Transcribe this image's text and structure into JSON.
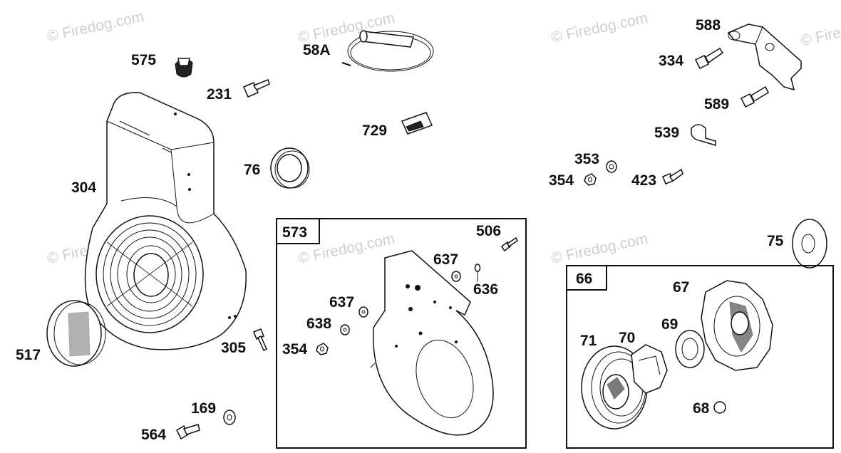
{
  "watermark": "© Firedog.com",
  "box_573": {
    "title": "573",
    "labels": {
      "p506": "506",
      "p637a": "637",
      "p636": "636",
      "p637b": "637",
      "p638": "638",
      "p354": "354"
    }
  },
  "box_66": {
    "title": "66",
    "labels": {
      "p67": "67",
      "p69": "69",
      "p71": "71",
      "p70": "70",
      "p68": "68"
    }
  },
  "loose_parts": {
    "p575": "575",
    "p58a": "58A",
    "p231": "231",
    "p729": "729",
    "p76": "76",
    "p304": "304",
    "p517": "517",
    "p305": "305",
    "p169": "169",
    "p564": "564",
    "p588": "588",
    "p334": "334",
    "p589": "589",
    "p539": "539",
    "p353": "353",
    "p354": "354",
    "p423": "423",
    "p75": "75"
  }
}
